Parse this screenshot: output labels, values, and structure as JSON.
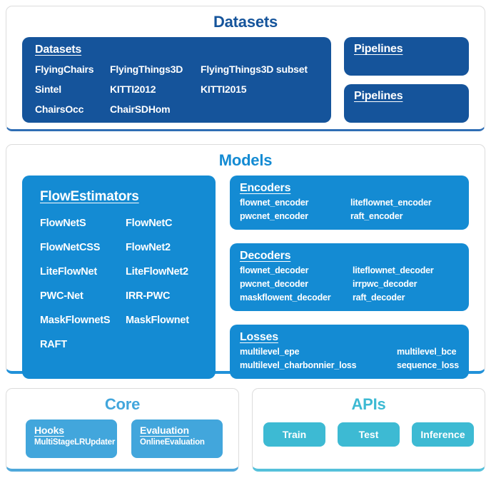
{
  "palette": {
    "navy": "#15549b",
    "bright_blue": "#148bd3",
    "light_blue": "#42a6dc",
    "cyan": "#3dbad3",
    "datasets_accent_line": "#2f6eb5",
    "models_accent_line": "#2191d9",
    "core_accent_line": "#4fa8db",
    "apis_accent_line": "#55c1db",
    "card_border": "#dcdcdc"
  },
  "datasets_section": {
    "title": "Datasets",
    "box_heading": "Datasets",
    "items": [
      "FlyingChairs",
      "FlyingThings3D",
      "FlyingThings3D subset",
      "Sintel",
      "KITTI2012",
      "KITTI2015",
      "ChairsOcc",
      "ChairSDHom"
    ],
    "pipelines": [
      "Pipelines",
      "Pipelines"
    ]
  },
  "models_section": {
    "title": "Models",
    "flow_estimators": {
      "heading": "FlowEstimators",
      "items": [
        "FlowNetS",
        "FlowNetC",
        "FlowNetCSS",
        "FlowNet2",
        "LiteFlowNet",
        "LiteFlowNet2",
        "PWC-Net",
        "IRR-PWC",
        "MaskFlownetS",
        "MaskFlownet",
        "RAFT"
      ]
    },
    "encoders": {
      "heading": "Encoders",
      "items": [
        "flownet_encoder",
        "liteflownet_encoder",
        "pwcnet_encoder",
        "raft_encoder"
      ]
    },
    "decoders": {
      "heading": "Decoders",
      "items": [
        "flownet_decoder",
        "liteflownet_decoder",
        "pwcnet_decoder",
        "irrpwc_decoder",
        "maskflowent_decoder",
        "raft_decoder"
      ]
    },
    "losses": {
      "heading": "Losses",
      "items": [
        "multilevel_epe",
        "multilevel_bce",
        "multilevel_charbonnier_loss",
        "sequence_loss"
      ]
    }
  },
  "core_section": {
    "title": "Core",
    "hooks": {
      "heading": "Hooks",
      "items": [
        "MultiStageLRUpdater"
      ]
    },
    "evaluation": {
      "heading": "Evaluation",
      "items": [
        "OnlineEvaluation"
      ]
    }
  },
  "apis_section": {
    "title": "APIs",
    "buttons": [
      "Train",
      "Test",
      "Inference"
    ]
  }
}
